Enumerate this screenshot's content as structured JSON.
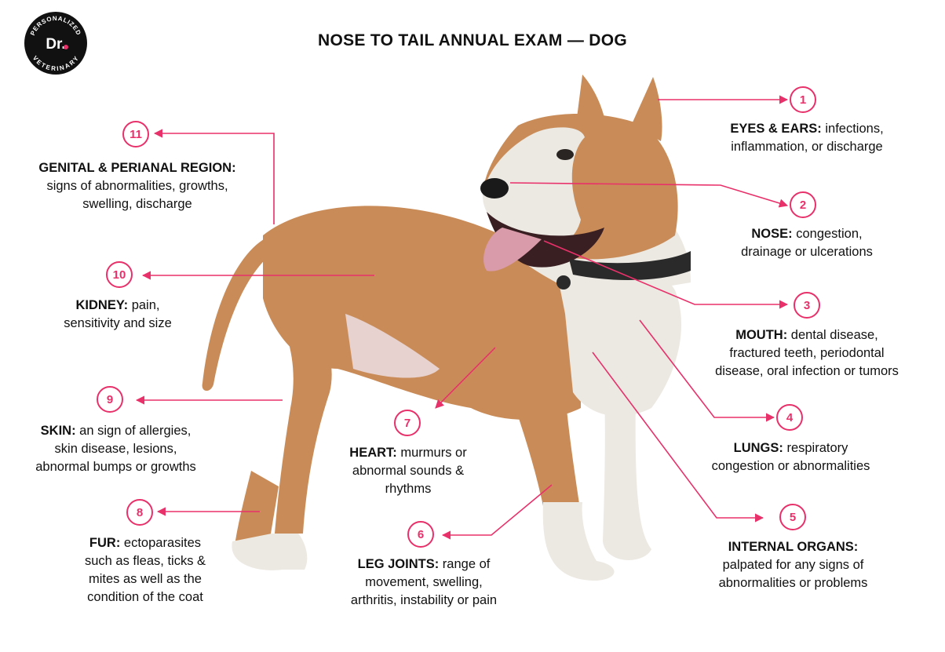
{
  "title": "NOSE TO TAIL ANNUAL EXAM — DOG",
  "logo": {
    "arc_top": "PERSONALIZED",
    "arc_bottom": "VETERINARY",
    "mark": "Dr."
  },
  "colors": {
    "accent": "#e8306a",
    "tan_coat": "#c98c58",
    "white_coat": "#ece8e2",
    "text": "#111111"
  },
  "callouts": [
    {
      "number": "1",
      "heading": "EYES & EARS:",
      "line1_rest": " infections,",
      "line2": "inflammation, or discharge",
      "line3": ""
    },
    {
      "number": "2",
      "heading": "NOSE:",
      "line1_rest": " congestion,",
      "line2": "drainage or ulcerations",
      "line3": ""
    },
    {
      "number": "3",
      "heading": "MOUTH:",
      "line1_rest": " dental disease,",
      "line2": "fractured teeth, periodontal",
      "line3": "disease, oral infection or tumors"
    },
    {
      "number": "4",
      "heading": "LUNGS:",
      "line1_rest": " respiratory",
      "line2": "congestion or abnormalities",
      "line3": ""
    },
    {
      "number": "5",
      "heading": "INTERNAL ORGANS:",
      "line1_rest": "",
      "line2": "palpated for any signs of",
      "line3": "abnormalities or problems"
    },
    {
      "number": "6",
      "heading": "LEG JOINTS:",
      "line1_rest": " range of",
      "line2": "movement, swelling,",
      "line3": "arthritis, instability or pain"
    },
    {
      "number": "7",
      "heading": "HEART:",
      "line1_rest": " murmurs or",
      "line2": "abnormal sounds &",
      "line3": "rhythms"
    },
    {
      "number": "8",
      "heading": "FUR:",
      "line1_rest": " ectoparasites",
      "line2": "such as fleas, ticks &",
      "line3": "mites as well as the",
      "line4": "condition of the coat"
    },
    {
      "number": "9",
      "heading": "SKIN:",
      "line1_rest": " an sign of allergies,",
      "line2": "skin disease, lesions,",
      "line3": "abnormal bumps or growths"
    },
    {
      "number": "10",
      "heading": "KIDNEY:",
      "line1_rest": " pain,",
      "line2": "sensitivity and size",
      "line3": ""
    },
    {
      "number": "11",
      "heading": "GENITAL & PERIANAL REGION:",
      "line1_rest": "",
      "line2": "signs of abnormalities, growths,",
      "line3": "swelling, discharge"
    }
  ]
}
